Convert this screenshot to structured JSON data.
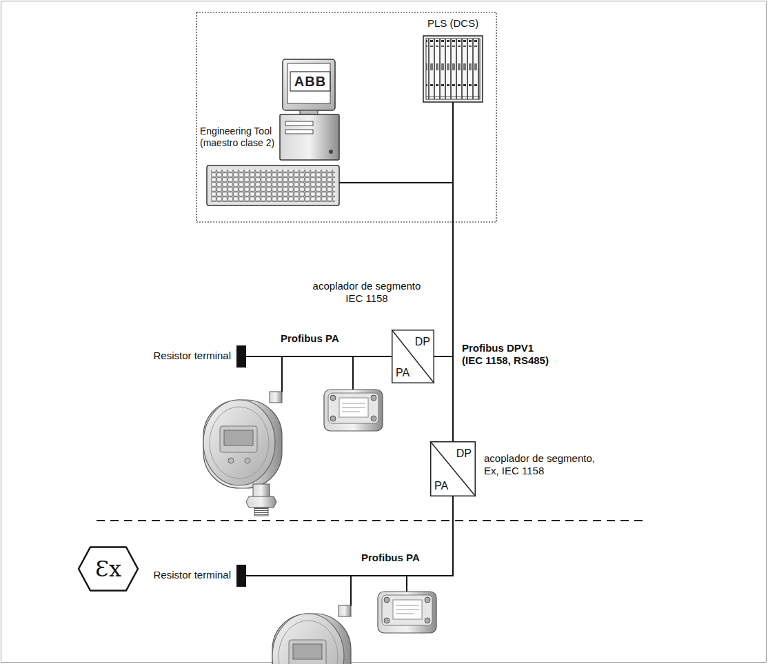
{
  "diagram": {
    "nodes": [
      {
        "text": [
          "Engineering Tool (maestro clase 2)",
          "ABB"
        ]
      },
      {
        "text": [
          "PLS (DCS)"
        ]
      },
      {
        "text": [
          "DP",
          "PA",
          "acoplador de segmento IEC 1158"
        ]
      },
      {
        "text": [
          "DP",
          "PA",
          "acoplador de segmento, Ex, IEC 1158"
        ]
      },
      {
        "text": [
          "Resistor terminal"
        ]
      },
      {
        "text": [
          "Resistor terminal"
        ]
      },
      {
        "text": [
          "Ɛx"
        ]
      }
    ],
    "edges": [
      {
        "from": 1,
        "to": 0,
        "arrow": "none"
      },
      {
        "from": 1,
        "to": 2,
        "arrow": "none"
      },
      {
        "from": 1,
        "to": 3,
        "label": "Profibus DPV1 (IEC 1158, RS485)",
        "arrow": "none"
      },
      {
        "from": 4,
        "to": 2,
        "label": "Profibus PA",
        "arrow": "none"
      },
      {
        "from": 5,
        "to": 3,
        "label": "Profibus PA",
        "arrow": "none"
      }
    ]
  }
}
